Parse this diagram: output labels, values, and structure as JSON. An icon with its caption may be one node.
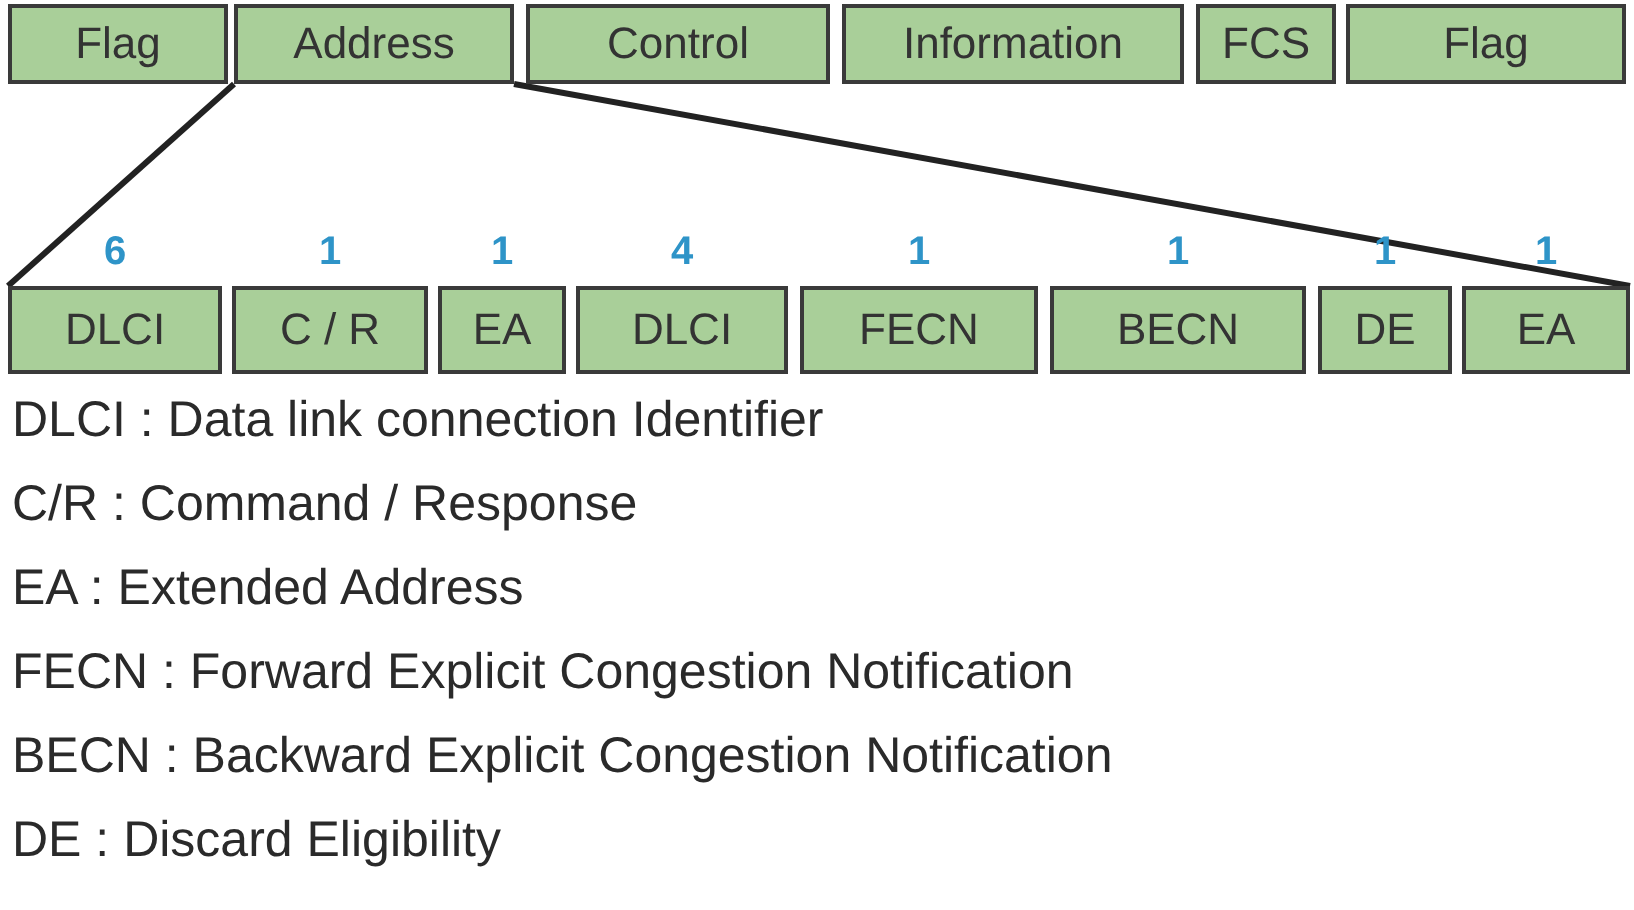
{
  "diagram": {
    "nodes": [
      {
        "text": [
          "Flag"
        ]
      },
      {
        "text": [
          "Address"
        ]
      },
      {
        "text": [
          "Control"
        ]
      },
      {
        "text": [
          "Information"
        ]
      },
      {
        "text": [
          "FCS"
        ]
      },
      {
        "text": [
          "Flag"
        ]
      },
      {
        "text": [
          "DLCI"
        ],
        "beside": [
          "6"
        ]
      },
      {
        "text": [
          "C / R"
        ],
        "beside": [
          "1"
        ]
      },
      {
        "text": [
          "EA"
        ],
        "beside": [
          "1"
        ]
      },
      {
        "text": [
          "DLCI"
        ],
        "beside": [
          "4"
        ]
      },
      {
        "text": [
          "FECN"
        ],
        "beside": [
          "1"
        ]
      },
      {
        "text": [
          "BECN"
        ],
        "beside": [
          "1"
        ]
      },
      {
        "text": [
          "DE"
        ],
        "beside": [
          "1"
        ]
      },
      {
        "text": [
          "EA"
        ],
        "beside": [
          "1"
        ]
      }
    ],
    "edges": [
      {
        "from": 1,
        "to": 6,
        "arrow": "none"
      },
      {
        "from": 1,
        "to": 13,
        "arrow": "none"
      }
    ],
    "labels": [
      "DLCI : Data link connection Identifier",
      "C/R : Command / Response",
      "EA : Extended Address",
      "FECN : Forward Explicit Congestion Notification",
      "BECN : Backward Explicit Congestion Notification",
      "DE : Discard Eligibility"
    ]
  }
}
